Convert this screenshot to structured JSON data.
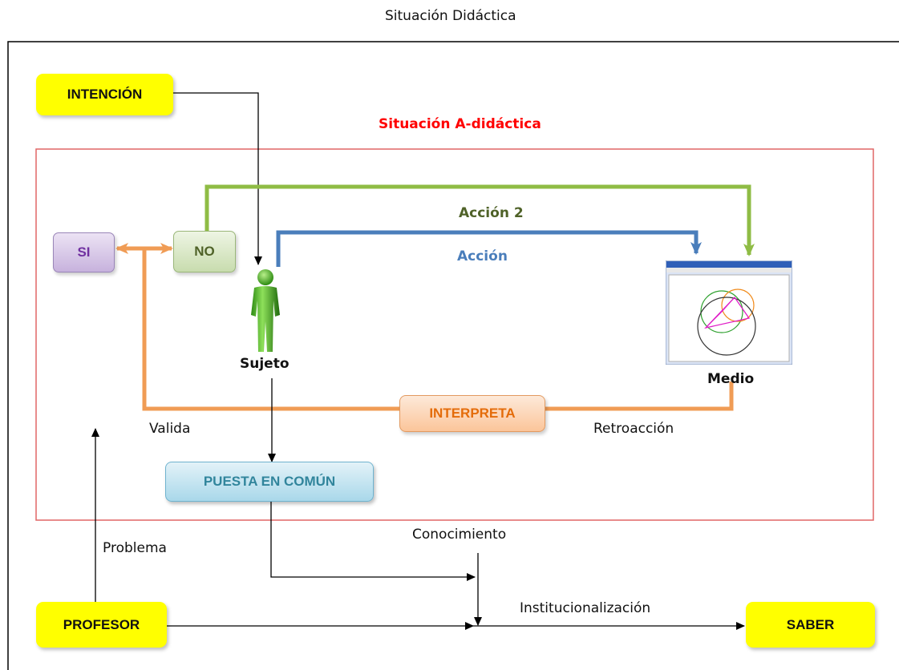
{
  "title": "Situación Didáctica",
  "subtitle": "Situación A-didáctica",
  "nodes": {
    "intencion": "INTENCIÓN",
    "si": "SI",
    "no": "NO",
    "sujeto": "Sujeto",
    "medio": "Medio",
    "interpreta": "INTERPRETA",
    "puesta": "PUESTA EN COMÚN",
    "profesor": "PROFESOR",
    "saber": "SABER"
  },
  "edges": {
    "accion2": "Acción 2",
    "accion": "Acción",
    "valida": "Valida",
    "retroaccion": "Retroacción",
    "problema": "Problema",
    "conocimiento": "Conocimiento",
    "institucionalizacion": "Institucionalización"
  },
  "colors": {
    "adidactica_border": "#e06666",
    "adidactica_label": "#ff0000",
    "green_arrow": "#8fbc45",
    "blue_arrow": "#4a7ebb",
    "orange_arrow": "#f09c55",
    "yellow_box": "#ffff00"
  },
  "icons": {
    "person": "person-figure-icon",
    "medium_screenshot": "geometry-window-icon"
  }
}
